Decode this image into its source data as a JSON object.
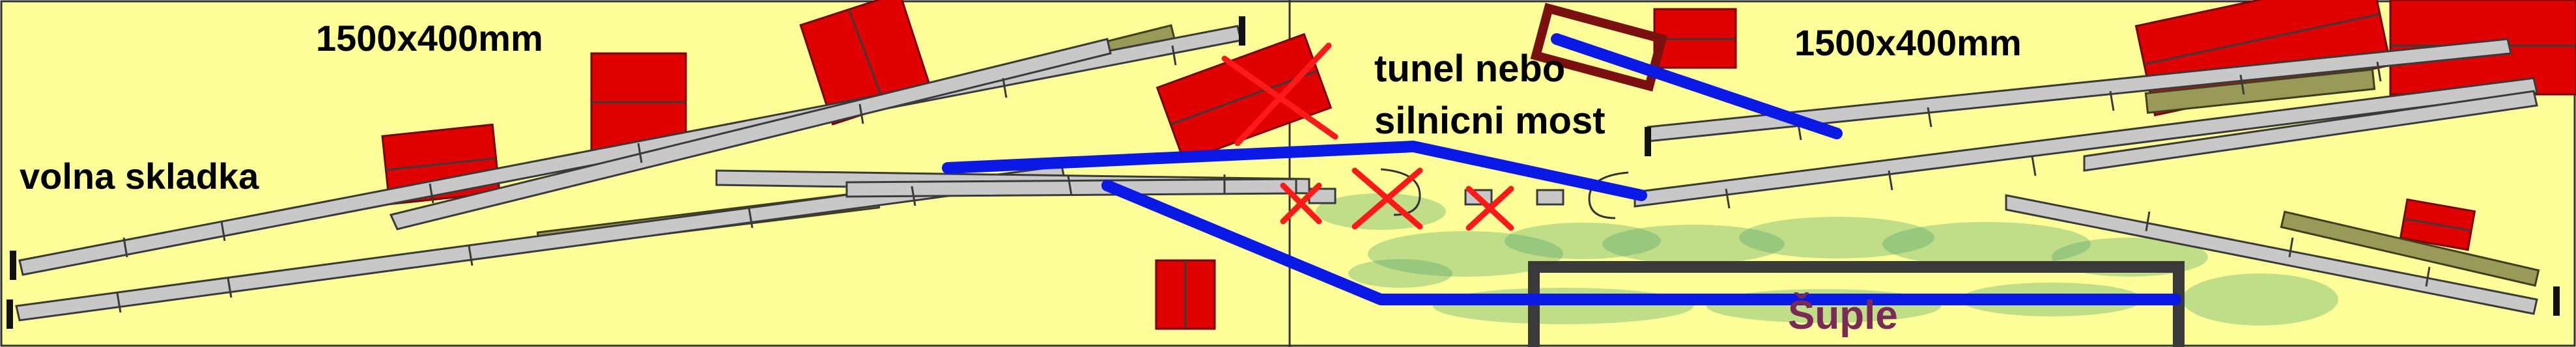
{
  "labels": {
    "left_size": "1500x400mm",
    "right_size": "1500x400mm",
    "volna_skladka": "volna skladka",
    "tunel_line1": "tunel nebo",
    "tunel_line2": "silnicni most",
    "suple": "Šuple"
  },
  "colors": {
    "background": "#ffff99",
    "track": "#c8c8c8",
    "proposed_line": "#0a19e6",
    "buildings": "#e00000",
    "removed_marker": "#ff1a1a",
    "drawer_frame": "#3a3a3a",
    "tunnel_frame": "#7a1010",
    "greenery": "#4aa06a",
    "platform": "#9a9a58"
  }
}
